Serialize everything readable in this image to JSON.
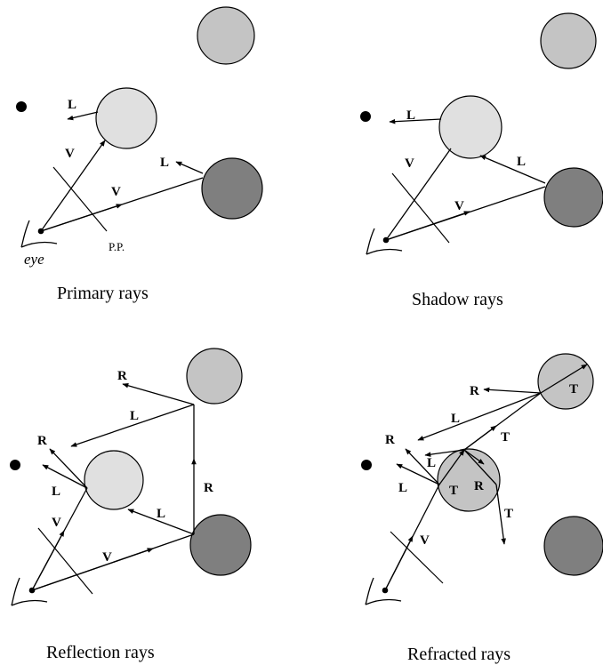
{
  "colors": {
    "sphere_light": "#e0e0e0",
    "sphere_mid": "#c4c4c4",
    "sphere_dark": "#7f7f7f",
    "line": "#000000",
    "background": "#ffffff"
  },
  "panels": {
    "primary": {
      "caption": "Primary rays",
      "eye_label": "eye",
      "plane_label": "P.P.",
      "ray_labels": [
        "L",
        "V",
        "L",
        "V"
      ]
    },
    "shadow": {
      "caption": "Shadow rays",
      "ray_labels": [
        "L",
        "V",
        "L",
        "V"
      ]
    },
    "reflection": {
      "caption": "Reflection rays",
      "ray_labels": [
        "R",
        "L",
        "R",
        "L",
        "V",
        "L",
        "R",
        "V"
      ]
    },
    "refraction": {
      "caption": "Refracted rays",
      "ray_labels": [
        "R",
        "T",
        "L",
        "T",
        "R",
        "L",
        "L",
        "T",
        "R",
        "T",
        "V"
      ]
    }
  },
  "icons": [
    "sun-icon",
    "eye-icon"
  ]
}
